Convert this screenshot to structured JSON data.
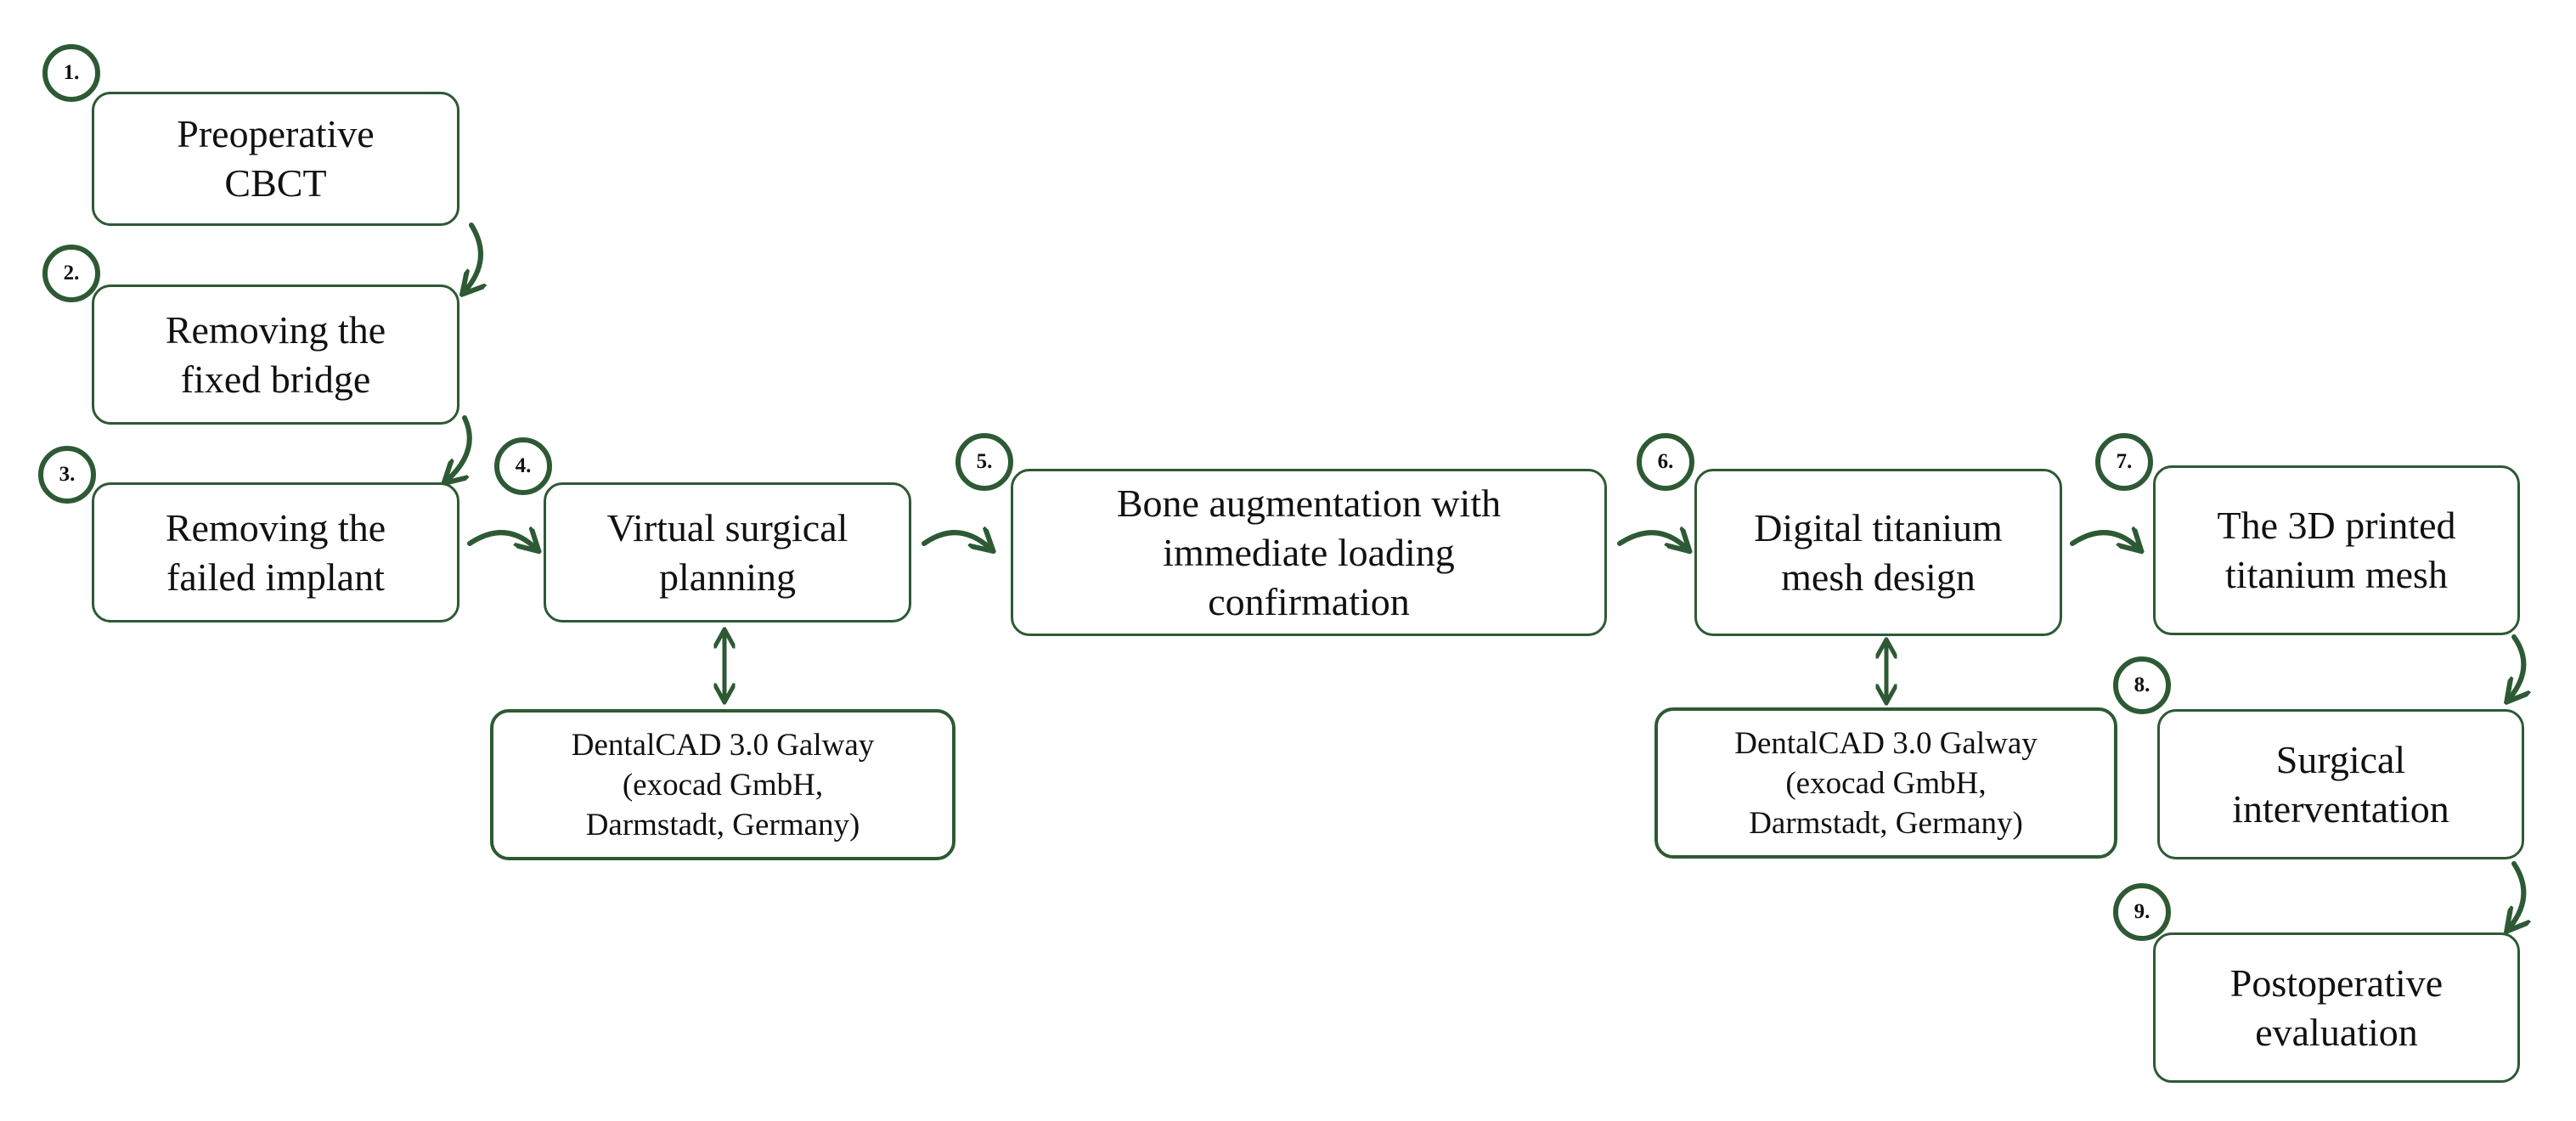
{
  "colors": {
    "accent": "#2d5a34"
  },
  "steps": [
    {
      "num": "1.",
      "label": "Preoperative\nCBCT"
    },
    {
      "num": "2.",
      "label": "Removing the\nfixed bridge"
    },
    {
      "num": "3.",
      "label": "Removing the\nfailed implant"
    },
    {
      "num": "4.",
      "label": "Virtual surgical\nplanning"
    },
    {
      "num": "5.",
      "label": "Bone augmentation with\nimmediate loading\nconfirmation"
    },
    {
      "num": "6.",
      "label": "Digital titanium\nmesh design"
    },
    {
      "num": "7.",
      "label": "The 3D printed\ntitanium mesh"
    },
    {
      "num": "8.",
      "label": "Surgical\ninterventation"
    },
    {
      "num": "9.",
      "label": "Postoperative\nevaluation"
    }
  ],
  "software": [
    {
      "label": "DentalCAD 3.0 Galway\n(exocad GmbH,\nDarmstadt, Germany)"
    },
    {
      "label": "DentalCAD 3.0 Galway\n(exocad GmbH,\nDarmstadt, Germany)"
    }
  ]
}
